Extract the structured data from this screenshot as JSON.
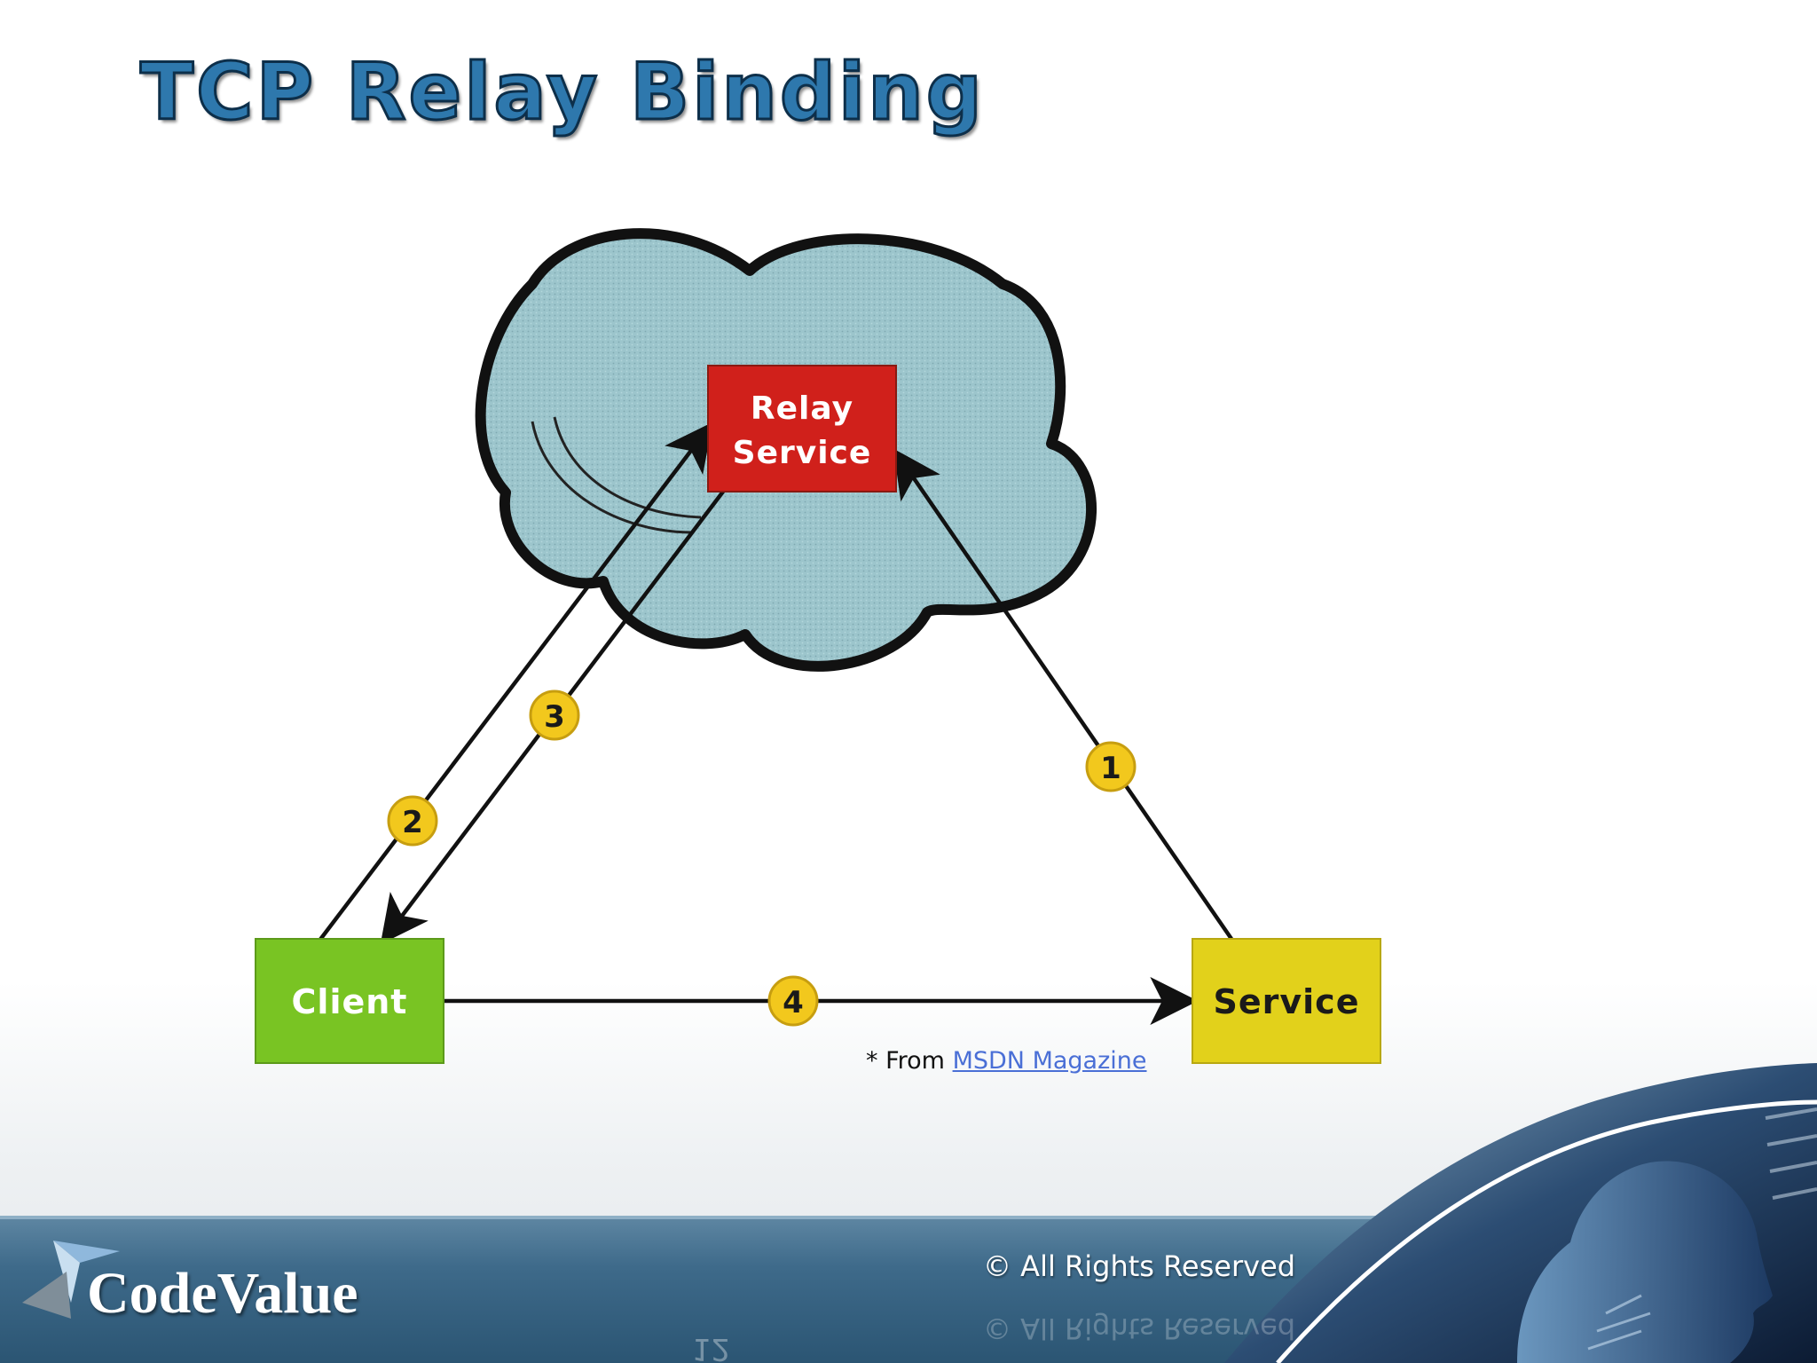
{
  "slide": {
    "title": "TCP Relay Binding",
    "copyright": "© All Rights Reserved",
    "page_number": "12",
    "brand": {
      "name": "CodeValue",
      "icon": "codevalue-logo-icon"
    }
  },
  "diagram": {
    "nodes": {
      "relay": {
        "line1": "Relay",
        "line2": "Service",
        "color": "#d0201b"
      },
      "client": {
        "label": "Client",
        "color": "#79c423"
      },
      "service": {
        "label": "Service",
        "color": "#e2d11b"
      }
    },
    "cloud": {
      "color": "#9cc5cc",
      "icon": "cloud-icon"
    },
    "steps": [
      "1",
      "2",
      "3",
      "4"
    ],
    "step_badge_color": "#f2c81d"
  },
  "source": {
    "prefix": "* From ",
    "link_text": "MSDN Magazine"
  },
  "colors": {
    "title_fill": "#2e78ad",
    "title_outline": "#0d2f4a",
    "footer_band": "#3e6a8a",
    "link": "#4a6fd6"
  }
}
